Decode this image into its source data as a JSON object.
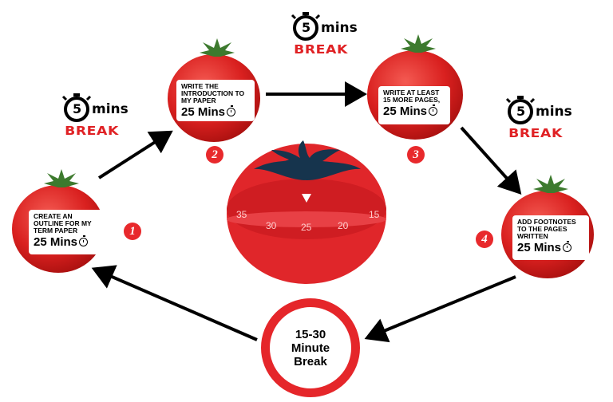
{
  "steps": [
    {
      "number": "1",
      "text": "CREATE AN OUTLINE FOR MY TERM PAPER",
      "duration": "25 Mins"
    },
    {
      "number": "2",
      "text": "WRITE THE INTRODUCTION TO MY PAPER",
      "duration": "25 Mins"
    },
    {
      "number": "3",
      "text": "WRITE AT LEAST 15 MORE PAGES,",
      "duration": "25 Mins"
    },
    {
      "number": "4",
      "text": "ADD FOOTNOTES TO THE PAGES WRITTEN",
      "duration": "25 Mins"
    }
  ],
  "breaks": [
    {
      "amount": "5",
      "unit": "mins",
      "label": "BREAK"
    },
    {
      "amount": "5",
      "unit": "mins",
      "label": "BREAK"
    },
    {
      "amount": "5",
      "unit": "mins",
      "label": "BREAK"
    }
  ],
  "long_break": {
    "label": "15-30 Minute Break"
  },
  "timer_dial": [
    "35",
    "30",
    "25",
    "20",
    "15"
  ],
  "colors": {
    "tomato": "#e0262a",
    "break_text": "#e02225",
    "timer_leaf": "#16344d",
    "ring": "#e5262a"
  }
}
